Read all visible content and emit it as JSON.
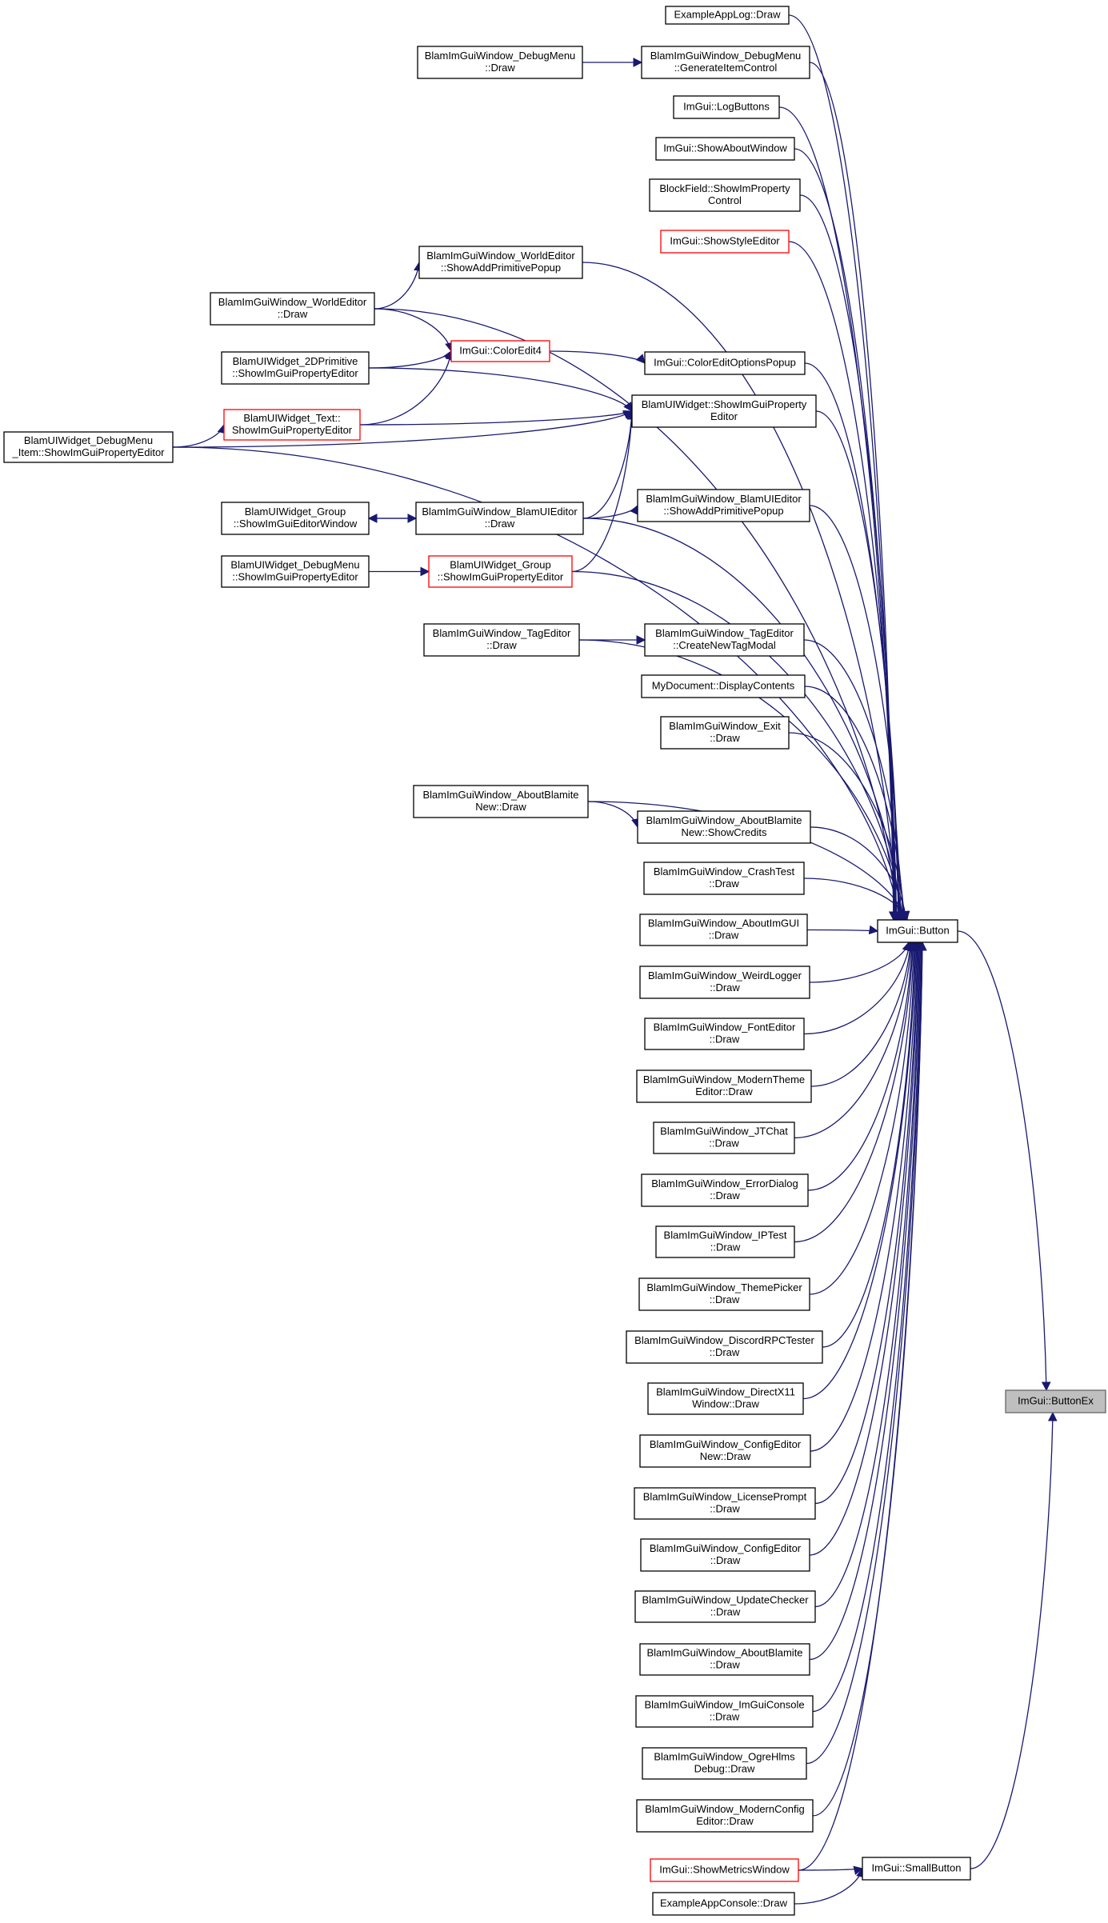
{
  "title": "",
  "colors": {
    "edge": "#191970",
    "border": "#000000",
    "highlight_border": "#ff0000",
    "target_fill": "#bfbfbf"
  },
  "nodes": [
    {
      "id": "exampleapplog",
      "lines": [
        "ExampleAppLog::Draw"
      ],
      "style": "normal"
    },
    {
      "id": "debugmenu_draw",
      "lines": [
        "BlamImGuiWindow_DebugMenu",
        "::Draw"
      ],
      "style": "normal"
    },
    {
      "id": "debugmenu_gen",
      "lines": [
        "BlamImGuiWindow_DebugMenu",
        "::GenerateItemControl"
      ],
      "style": "normal"
    },
    {
      "id": "logbuttons",
      "lines": [
        "ImGui::LogButtons"
      ],
      "style": "normal"
    },
    {
      "id": "showabout",
      "lines": [
        "ImGui::ShowAboutWindow"
      ],
      "style": "normal"
    },
    {
      "id": "blockfield",
      "lines": [
        "BlockField::ShowImProperty",
        "Control"
      ],
      "style": "normal"
    },
    {
      "id": "showstyle",
      "lines": [
        "ImGui::ShowStyleEditor"
      ],
      "style": "red"
    },
    {
      "id": "worldeditor_popup",
      "lines": [
        "BlamImGuiWindow_WorldEditor",
        "::ShowAddPrimitivePopup"
      ],
      "style": "normal"
    },
    {
      "id": "worldeditor_draw",
      "lines": [
        "BlamImGuiWindow_WorldEditor",
        "::Draw"
      ],
      "style": "normal"
    },
    {
      "id": "coloredit4",
      "lines": [
        "ImGui::ColorEdit4"
      ],
      "style": "red"
    },
    {
      "id": "coloreditopts",
      "lines": [
        "ImGui::ColorEditOptionsPopup"
      ],
      "style": "normal"
    },
    {
      "id": "w2dprim",
      "lines": [
        "BlamUIWidget_2DPrimitive",
        "::ShowImGuiPropertyEditor"
      ],
      "style": "normal"
    },
    {
      "id": "wbase",
      "lines": [
        "BlamUIWidget::ShowImGuiProperty",
        "Editor"
      ],
      "style": "normal"
    },
    {
      "id": "wtext",
      "lines": [
        "BlamUIWidget_Text::",
        "ShowImGuiPropertyEditor"
      ],
      "style": "red"
    },
    {
      "id": "wdebugitem",
      "lines": [
        "BlamUIWidget_DebugMenu",
        "_Item::ShowImGuiPropertyEditor"
      ],
      "style": "normal"
    },
    {
      "id": "wgroup_win",
      "lines": [
        "BlamUIWidget_Group",
        "::ShowImGuiEditorWindow"
      ],
      "style": "normal"
    },
    {
      "id": "uieditor_draw",
      "lines": [
        "BlamImGuiWindow_BlamUIEditor",
        "::Draw"
      ],
      "style": "normal"
    },
    {
      "id": "uieditor_popup",
      "lines": [
        "BlamImGuiWindow_BlamUIEditor",
        "::ShowAddPrimitivePopup"
      ],
      "style": "normal"
    },
    {
      "id": "wdebugmenu",
      "lines": [
        "BlamUIWidget_DebugMenu",
        "::ShowImGuiPropertyEditor"
      ],
      "style": "normal"
    },
    {
      "id": "wgroup_prop",
      "lines": [
        "BlamUIWidget_Group",
        "::ShowImGuiPropertyEditor"
      ],
      "style": "red"
    },
    {
      "id": "tageditor_draw",
      "lines": [
        "BlamImGuiWindow_TagEditor",
        "::Draw"
      ],
      "style": "normal"
    },
    {
      "id": "tageditor_modal",
      "lines": [
        "BlamImGuiWindow_TagEditor",
        "::CreateNewTagModal"
      ],
      "style": "normal"
    },
    {
      "id": "mydocument",
      "lines": [
        "MyDocument::DisplayContents"
      ],
      "style": "normal"
    },
    {
      "id": "exit",
      "lines": [
        "BlamImGuiWindow_Exit",
        "::Draw"
      ],
      "style": "normal"
    },
    {
      "id": "aboutnew_draw",
      "lines": [
        "BlamImGuiWindow_AboutBlamite",
        "New::Draw"
      ],
      "style": "normal"
    },
    {
      "id": "aboutnew_credits",
      "lines": [
        "BlamImGuiWindow_AboutBlamite",
        "New::ShowCredits"
      ],
      "style": "normal"
    },
    {
      "id": "crashtest",
      "lines": [
        "BlamImGuiWindow_CrashTest",
        "::Draw"
      ],
      "style": "normal"
    },
    {
      "id": "aboutimgui",
      "lines": [
        "BlamImGuiWindow_AboutImGUI",
        "::Draw"
      ],
      "style": "normal"
    },
    {
      "id": "weirdlogger",
      "lines": [
        "BlamImGuiWindow_WeirdLogger",
        "::Draw"
      ],
      "style": "normal"
    },
    {
      "id": "fonteditor",
      "lines": [
        "BlamImGuiWindow_FontEditor",
        "::Draw"
      ],
      "style": "normal"
    },
    {
      "id": "moderntheme",
      "lines": [
        "BlamImGuiWindow_ModernTheme",
        "Editor::Draw"
      ],
      "style": "normal"
    },
    {
      "id": "jtchat",
      "lines": [
        "BlamImGuiWindow_JTChat",
        "::Draw"
      ],
      "style": "normal"
    },
    {
      "id": "errordialog",
      "lines": [
        "BlamImGuiWindow_ErrorDialog",
        "::Draw"
      ],
      "style": "normal"
    },
    {
      "id": "iptest",
      "lines": [
        "BlamImGuiWindow_IPTest",
        "::Draw"
      ],
      "style": "normal"
    },
    {
      "id": "themepicker",
      "lines": [
        "BlamImGuiWindow_ThemePicker",
        "::Draw"
      ],
      "style": "normal"
    },
    {
      "id": "discordrpc",
      "lines": [
        "BlamImGuiWindow_DiscordRPCTester",
        "::Draw"
      ],
      "style": "normal"
    },
    {
      "id": "directx11",
      "lines": [
        "BlamImGuiWindow_DirectX11",
        "Window::Draw"
      ],
      "style": "normal"
    },
    {
      "id": "configeditornew",
      "lines": [
        "BlamImGuiWindow_ConfigEditor",
        "New::Draw"
      ],
      "style": "normal"
    },
    {
      "id": "licenseprompt",
      "lines": [
        "BlamImGuiWindow_LicensePrompt",
        "::Draw"
      ],
      "style": "normal"
    },
    {
      "id": "configeditor",
      "lines": [
        "BlamImGuiWindow_ConfigEditor",
        "::Draw"
      ],
      "style": "normal"
    },
    {
      "id": "updatechecker",
      "lines": [
        "BlamImGuiWindow_UpdateChecker",
        "::Draw"
      ],
      "style": "normal"
    },
    {
      "id": "aboutblamite",
      "lines": [
        "BlamImGuiWindow_AboutBlamite",
        "::Draw"
      ],
      "style": "normal"
    },
    {
      "id": "imguiconsole",
      "lines": [
        "BlamImGuiWindow_ImGuiConsole",
        "::Draw"
      ],
      "style": "normal"
    },
    {
      "id": "ogrehlms",
      "lines": [
        "BlamImGuiWindow_OgreHlms",
        "Debug::Draw"
      ],
      "style": "normal"
    },
    {
      "id": "modernconfig",
      "lines": [
        "BlamImGuiWindow_ModernConfig",
        "Editor::Draw"
      ],
      "style": "normal"
    },
    {
      "id": "showmetrics",
      "lines": [
        "ImGui::ShowMetricsWindow"
      ],
      "style": "red"
    },
    {
      "id": "appconsole",
      "lines": [
        "ExampleAppConsole::Draw"
      ],
      "style": "normal"
    },
    {
      "id": "button",
      "lines": [
        "ImGui::Button"
      ],
      "style": "normal"
    },
    {
      "id": "smallbutton",
      "lines": [
        "ImGui::SmallButton"
      ],
      "style": "normal"
    },
    {
      "id": "buttonex",
      "lines": [
        "ImGui::ButtonEx"
      ],
      "style": "target"
    }
  ],
  "edges": [
    [
      "debugmenu_draw",
      "debugmenu_gen"
    ],
    [
      "worldeditor_draw",
      "worldeditor_popup"
    ],
    [
      "worldeditor_draw",
      "coloredit4"
    ],
    [
      "w2dprim",
      "coloredit4"
    ],
    [
      "wtext",
      "coloredit4"
    ],
    [
      "coloredit4",
      "coloreditopts"
    ],
    [
      "w2dprim",
      "wbase"
    ],
    [
      "wtext",
      "wbase"
    ],
    [
      "wdebugitem",
      "wbase"
    ],
    [
      "wdebugitem",
      "wtext"
    ],
    [
      "uieditor_draw",
      "wbase"
    ],
    [
      "wgroup_prop",
      "wbase"
    ],
    [
      "uieditor_draw",
      "wgroup_win"
    ],
    [
      "wgroup_win",
      "uieditor_draw"
    ],
    [
      "uieditor_draw",
      "uieditor_popup"
    ],
    [
      "wdebugmenu",
      "wgroup_prop"
    ],
    [
      "tageditor_draw",
      "tageditor_modal"
    ],
    [
      "aboutnew_draw",
      "aboutnew_credits"
    ],
    [
      "exampleapplog",
      "button"
    ],
    [
      "debugmenu_gen",
      "button"
    ],
    [
      "logbuttons",
      "button"
    ],
    [
      "showabout",
      "button"
    ],
    [
      "blockfield",
      "button"
    ],
    [
      "showstyle",
      "button"
    ],
    [
      "worldeditor_popup",
      "button"
    ],
    [
      "worldeditor_draw",
      "button"
    ],
    [
      "coloreditopts",
      "button"
    ],
    [
      "wbase",
      "button"
    ],
    [
      "wdebugitem",
      "button"
    ],
    [
      "uieditor_draw",
      "button"
    ],
    [
      "uieditor_popup",
      "button"
    ],
    [
      "wgroup_prop",
      "button"
    ],
    [
      "tageditor_draw",
      "button"
    ],
    [
      "tageditor_modal",
      "button"
    ],
    [
      "mydocument",
      "button"
    ],
    [
      "exit",
      "button"
    ],
    [
      "aboutnew_draw",
      "button"
    ],
    [
      "aboutnew_credits",
      "button"
    ],
    [
      "crashtest",
      "button"
    ],
    [
      "aboutimgui",
      "button"
    ],
    [
      "weirdlogger",
      "button"
    ],
    [
      "fonteditor",
      "button"
    ],
    [
      "moderntheme",
      "button"
    ],
    [
      "jtchat",
      "button"
    ],
    [
      "errordialog",
      "button"
    ],
    [
      "iptest",
      "button"
    ],
    [
      "themepicker",
      "button"
    ],
    [
      "discordrpc",
      "button"
    ],
    [
      "directx11",
      "button"
    ],
    [
      "configeditornew",
      "button"
    ],
    [
      "licenseprompt",
      "button"
    ],
    [
      "configeditor",
      "button"
    ],
    [
      "updatechecker",
      "button"
    ],
    [
      "aboutblamite",
      "button"
    ],
    [
      "imguiconsole",
      "button"
    ],
    [
      "ogrehlms",
      "button"
    ],
    [
      "modernconfig",
      "button"
    ],
    [
      "showmetrics",
      "button"
    ],
    [
      "showmetrics",
      "smallbutton"
    ],
    [
      "appconsole",
      "smallbutton"
    ],
    [
      "button",
      "buttonex"
    ],
    [
      "smallbutton",
      "buttonex"
    ]
  ]
}
